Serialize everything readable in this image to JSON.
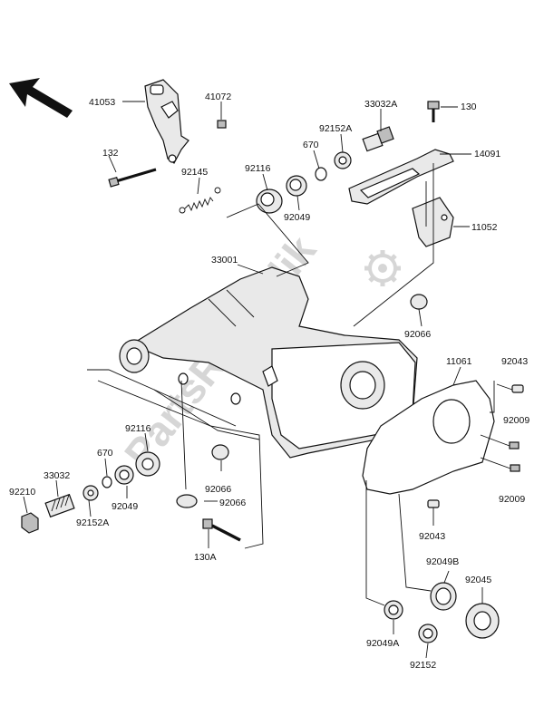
{
  "labels": {
    "l41053": "41053",
    "l41072": "41072",
    "l132": "132",
    "l92145": "92145",
    "l33032A": "33032A",
    "l130": "130",
    "l92152A_top": "92152A",
    "l670_top": "670",
    "l92116_top": "92116",
    "l92049_top": "92049",
    "l14091": "14091",
    "l11052": "11052",
    "l33001": "33001",
    "l92066_right": "92066",
    "l11061": "11061",
    "l92043_top": "92043",
    "l92009_a": "92009",
    "l92009_b": "92009",
    "l92116_mid": "92116",
    "l670_mid": "670",
    "l33032": "33032",
    "l92210": "92210",
    "l92152A_mid": "92152A",
    "l92049_mid": "92049",
    "l92066_mid1": "92066",
    "l92066_mid2": "92066",
    "l130A": "130A",
    "l92043_bot": "92043",
    "l92049B": "92049B",
    "l92045": "92045",
    "l92049A": "92049A",
    "l92152": "92152"
  },
  "watermark": "PartsRepublik",
  "colors": {
    "ink": "#111111",
    "fill_light": "#e9e9e9",
    "fill_dark": "#bdbdbd",
    "watermark": "#d6d6d6"
  },
  "icons": {
    "direction": "front-arrow-icon",
    "watermark_gear": "gear-icon"
  }
}
